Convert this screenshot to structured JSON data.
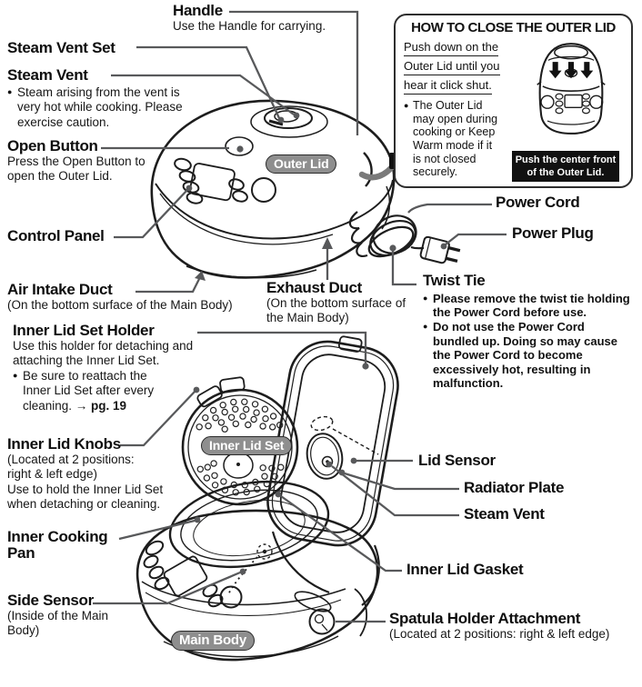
{
  "glyphs": {
    "bullet": "●"
  },
  "colors": {
    "ink": "#1d1d1d",
    "leader": "#58595b",
    "pill_bg": "#8e8e8e",
    "pill_text": "#ffffff",
    "caption_bg": "#111111",
    "caption_text": "#ffffff"
  },
  "labels": {
    "handle": {
      "title": "Handle",
      "desc": "Use the Handle for carrying."
    },
    "steam_vent_set": {
      "title": "Steam Vent Set"
    },
    "steam_vent": {
      "title": "Steam Vent",
      "bullet_lines": [
        "Steam arising from the vent is",
        "very hot while cooking. Please",
        "exercise caution."
      ]
    },
    "open_button": {
      "title": "Open Button",
      "desc_lines": [
        "Press the Open Button to",
        "open the Outer Lid."
      ]
    },
    "control_panel": {
      "title": "Control Panel"
    },
    "air_intake_duct": {
      "title": "Air Intake Duct",
      "desc": "(On the bottom surface of the Main Body)"
    },
    "exhaust_duct": {
      "title": "Exhaust Duct",
      "desc_lines": [
        "(On the bottom surface of",
        "the Main Body)"
      ]
    },
    "power_cord": {
      "title": "Power Cord"
    },
    "power_plug": {
      "title": "Power Plug"
    },
    "twist_tie": {
      "title": "Twist Tie",
      "bullet1_lines": [
        "Please remove the twist tie holding",
        "the Power Cord before use."
      ],
      "bullet2_lines": [
        "Do not use the Power Cord",
        "bundled up. Doing so may cause",
        "the Power Cord to become",
        "excessively hot, resulting in",
        "malfunction."
      ]
    },
    "inner_lid_set_holder": {
      "title": "Inner Lid Set Holder",
      "desc_lines": [
        "Use this holder for detaching and",
        "attaching the Inner Lid Set."
      ],
      "bullet_lines": [
        "Be sure to reattach the",
        "Inner Lid Set after every"
      ],
      "bullet_tail_pre": "cleaning. → ",
      "bullet_tail_bold": "pg. 19"
    },
    "inner_lid_knobs": {
      "title": "Inner Lid Knobs",
      "desc_lines": [
        "(Located at 2 positions:",
        "right & left edge)",
        "Use to hold the Inner Lid Set",
        "when detaching or cleaning."
      ]
    },
    "inner_cooking_pan": {
      "title_lines": [
        "Inner Cooking",
        "Pan"
      ]
    },
    "side_sensor": {
      "title": "Side Sensor",
      "desc_lines": [
        "(Inside of the Main",
        "Body)"
      ]
    },
    "lid_sensor": {
      "title": "Lid Sensor"
    },
    "radiator_plate": {
      "title": "Radiator Plate"
    },
    "steam_vent_lower": {
      "title": "Steam Vent"
    },
    "inner_lid_gasket": {
      "title": "Inner Lid Gasket"
    },
    "spatula_holder": {
      "title": "Spatula Holder Attachment",
      "desc": "(Located at 2 positions: right & left edge)"
    }
  },
  "pills": {
    "outer_lid": "Outer Lid",
    "inner_lid_set": "Inner Lid Set",
    "main_body": "Main Body"
  },
  "inset": {
    "title": "HOW TO CLOSE THE OUTER LID",
    "underlined_lines": [
      "Push down on the",
      "Outer Lid until you",
      "hear it click shut."
    ],
    "bullet_lines": [
      "The Outer Lid",
      "may open during",
      "cooking or Keep",
      "Warm mode if it",
      "is not closed",
      "securely."
    ],
    "caption_lines": [
      "Push the center front",
      "of the Outer Lid."
    ]
  }
}
